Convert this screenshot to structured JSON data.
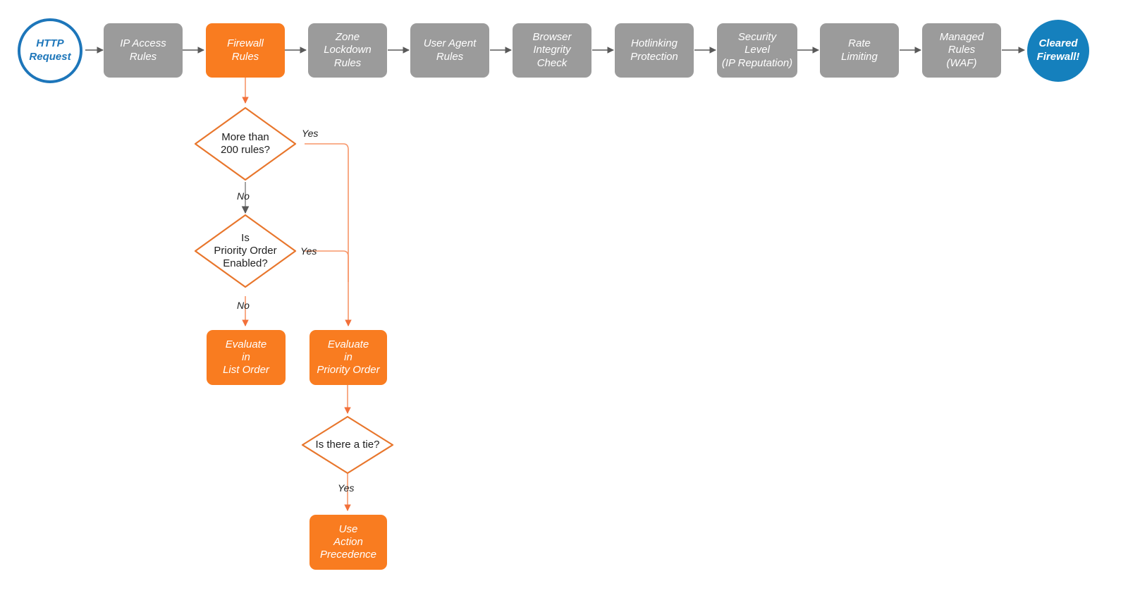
{
  "diagram": {
    "title": "Cloudflare request evaluation order with Firewall Rules decision branch",
    "colors": {
      "grey_node": "#9b9b9b",
      "orange_node": "#f97c20",
      "orange_stroke": "#e8762c",
      "orange_wire": "#f79669",
      "grey_wire": "#595959",
      "blue_stroke": "#1d76ba",
      "blue_fill": "#1580bd",
      "background": "#ffffff"
    },
    "pipeline": [
      {
        "id": "http-request",
        "shape": "circle",
        "label": "HTTP\nRequest",
        "style": "hollow-blue"
      },
      {
        "id": "ip-access-rules",
        "shape": "rectangle",
        "label": "IP Access\nRules",
        "style": "grey"
      },
      {
        "id": "firewall-rules",
        "shape": "rectangle",
        "label": "Firewall\nRules",
        "style": "orange"
      },
      {
        "id": "zone-lockdown-rules",
        "shape": "rectangle",
        "label": "Zone\nLockdown\nRules",
        "style": "grey"
      },
      {
        "id": "user-agent-rules",
        "shape": "rectangle",
        "label": "User Agent\nRules",
        "style": "grey"
      },
      {
        "id": "browser-integrity",
        "shape": "rectangle",
        "label": "Browser\nIntegrity\nCheck",
        "style": "grey"
      },
      {
        "id": "hotlinking",
        "shape": "rectangle",
        "label": "Hotlinking\nProtection",
        "style": "grey"
      },
      {
        "id": "security-level",
        "shape": "rectangle",
        "label": "Security\nLevel\n(IP Reputation)",
        "style": "grey"
      },
      {
        "id": "rate-limiting",
        "shape": "rectangle",
        "label": "Rate\nLimiting",
        "style": "grey"
      },
      {
        "id": "managed-rules",
        "shape": "rectangle",
        "label": "Managed\nRules\n(WAF)",
        "style": "grey"
      },
      {
        "id": "cleared-firewall",
        "shape": "circle",
        "label": "Cleared\nFirewall!",
        "style": "filled-blue"
      }
    ],
    "branch": {
      "decisions": [
        {
          "id": "more-than-200-rules",
          "label": "More than\n200 rules?"
        },
        {
          "id": "priority-order-enabled",
          "label": "Is\nPriority Order\nEnabled?"
        },
        {
          "id": "is-there-a-tie",
          "label": "Is there a tie?"
        }
      ],
      "outcomes": [
        {
          "id": "evaluate-list-order",
          "label": "Evaluate\nin\nList Order"
        },
        {
          "id": "evaluate-priority-order",
          "label": "Evaluate\nin\nPriority Order"
        },
        {
          "id": "use-action-precedence",
          "label": "Use\nAction\nPrecedence"
        }
      ],
      "edge_labels": {
        "more_than_200_yes": "Yes",
        "more_than_200_no": "No",
        "priority_order_yes": "Yes",
        "priority_order_no": "No",
        "tie_yes": "Yes"
      }
    }
  }
}
